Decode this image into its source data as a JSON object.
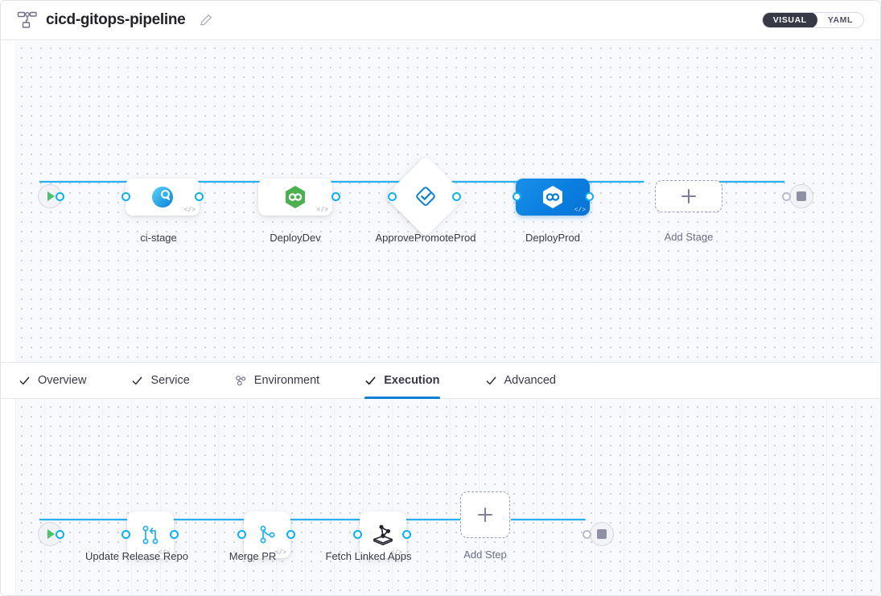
{
  "header": {
    "icon": "pipeline-icon",
    "title": "cicd-gitops-pipeline",
    "edit_icon": "pencil-icon",
    "view_toggle": {
      "options": [
        "VISUAL",
        "YAML"
      ],
      "selected": "VISUAL"
    }
  },
  "colors": {
    "accent": "#0b7fd6",
    "edge": "#29b0f0",
    "selected_node": "#0a7fe0",
    "start_play": "#4dc16e",
    "canvas_bg": "#f7f9fc",
    "text": "#383946"
  },
  "stage_graph": {
    "start_node": {
      "name": "start-node",
      "icon": "play-icon"
    },
    "end_node": {
      "name": "end-node",
      "icon": "stop-icon"
    },
    "stages": [
      {
        "label": "ci-stage",
        "type": "ci",
        "icon": "ci-stage-icon",
        "selected": false,
        "code_badge": "</>"
      },
      {
        "label": "DeployDev",
        "type": "cd",
        "icon": "argo-hexagon-icon",
        "selected": false,
        "code_badge": "</>"
      },
      {
        "label": "ApprovePromoteProd",
        "type": "approval",
        "icon": "approval-diamond-icon",
        "selected": false,
        "code_badge": ""
      },
      {
        "label": "DeployProd",
        "type": "cd",
        "icon": "argo-hexagon-icon",
        "selected": true,
        "code_badge": "</>"
      }
    ],
    "add_node": {
      "label": "Add Stage",
      "icon": "plus-icon"
    }
  },
  "tabs": [
    {
      "label": "Overview",
      "icon": "check-icon",
      "active": false
    },
    {
      "label": "Service",
      "icon": "check-icon",
      "active": false
    },
    {
      "label": "Environment",
      "icon": "infrastructure-icon",
      "active": false
    },
    {
      "label": "Execution",
      "icon": "check-icon",
      "active": true
    },
    {
      "label": "Advanced",
      "icon": "check-icon",
      "active": false
    }
  ],
  "step_graph": {
    "start_node": {
      "name": "start-node",
      "icon": "play-icon"
    },
    "end_node": {
      "name": "end-node",
      "icon": "stop-icon"
    },
    "steps": [
      {
        "label": "Update Release Repo",
        "icon": "git-merge-icon",
        "code_badge": "</>"
      },
      {
        "label": "Merge PR",
        "icon": "git-branch-icon",
        "code_badge": "</>"
      },
      {
        "label": "Fetch Linked Apps",
        "icon": "harness-cube-icon",
        "code_badge": "</>"
      }
    ],
    "add_node": {
      "label": "Add Step",
      "icon": "plus-icon"
    }
  }
}
